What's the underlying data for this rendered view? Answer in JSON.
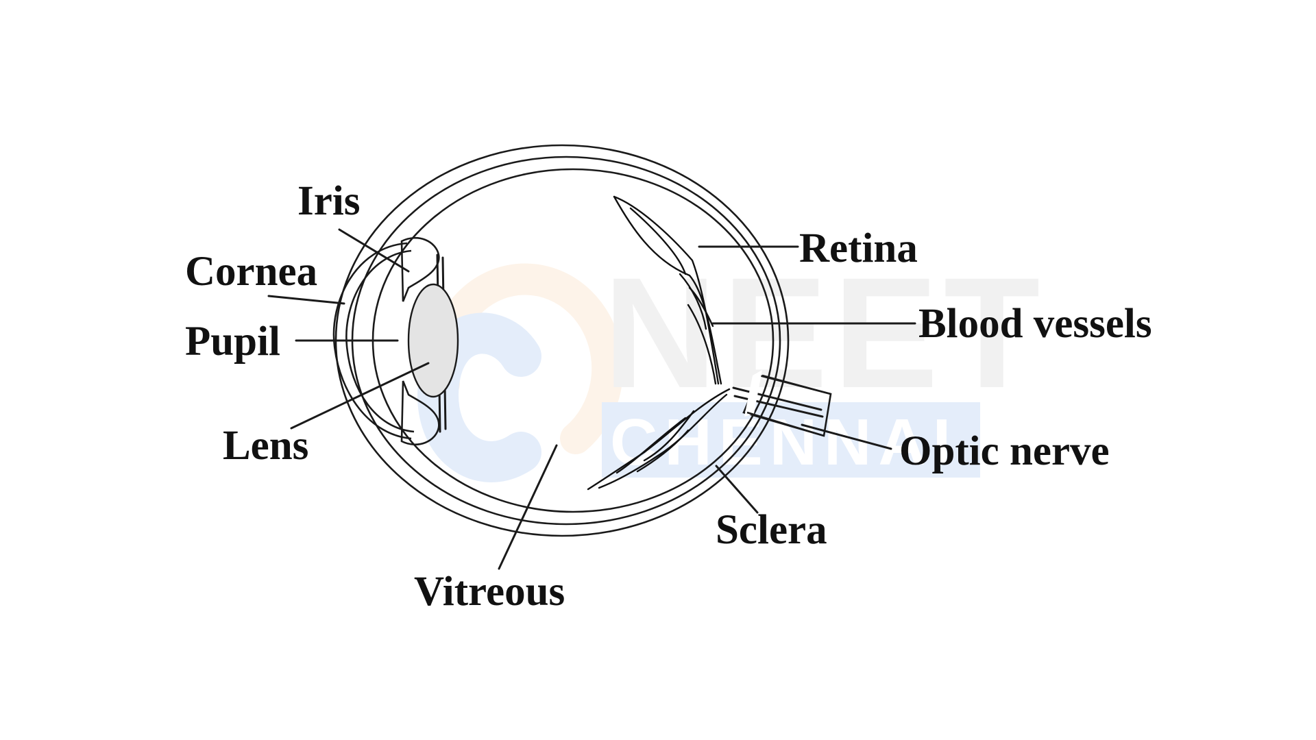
{
  "watermark": {
    "brand_top": "NEET",
    "brand_bottom": "CHENNAI"
  },
  "labels": {
    "iris": "Iris",
    "cornea": "Cornea",
    "pupil": "Pupil",
    "lens": "Lens",
    "vitreous": "Vitreous",
    "retina": "Retina",
    "blood_vessels": "Blood vessels",
    "optic_nerve": "Optic nerve",
    "sclera": "Sclera"
  },
  "colors": {
    "ink": "#111111",
    "lens_fill": "#e4e4e4",
    "watermark_orange": "#f4a55a",
    "watermark_blue": "#3b7ee0",
    "watermark_gray": "#9a9a9a"
  }
}
